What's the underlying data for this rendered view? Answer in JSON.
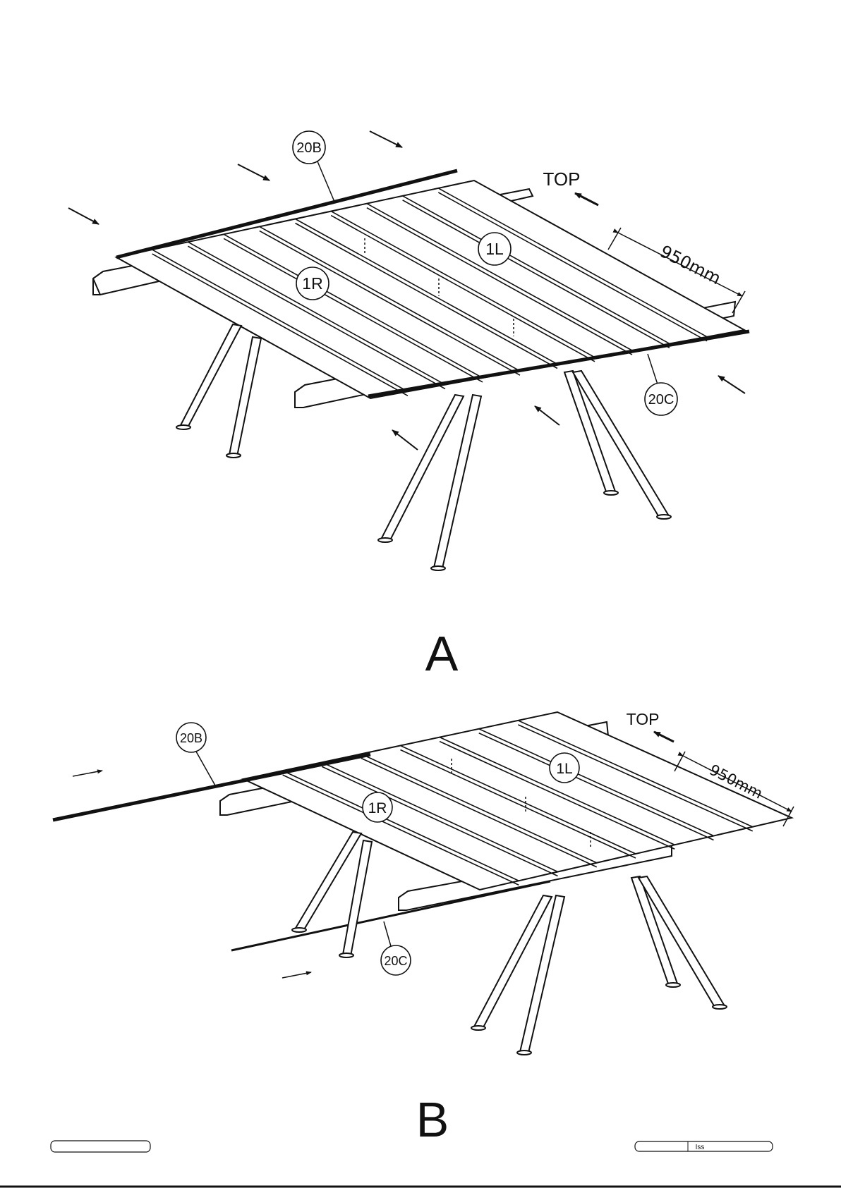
{
  "figure_a": {
    "caption": "A",
    "top_label": "TOP",
    "dimension_label": "950mm",
    "callouts": {
      "gable_left": "20B",
      "gable_right": "20C",
      "sheet_left": "1L",
      "sheet_right": "1R"
    }
  },
  "figure_b": {
    "caption": "B",
    "top_label": "TOP",
    "dimension_label": "950mm",
    "callouts": {
      "gable_left": "20B",
      "gable_right": "20C",
      "sheet_left": "1L",
      "sheet_right": "1R"
    }
  },
  "footer": {
    "right_box_text": "Iss"
  }
}
